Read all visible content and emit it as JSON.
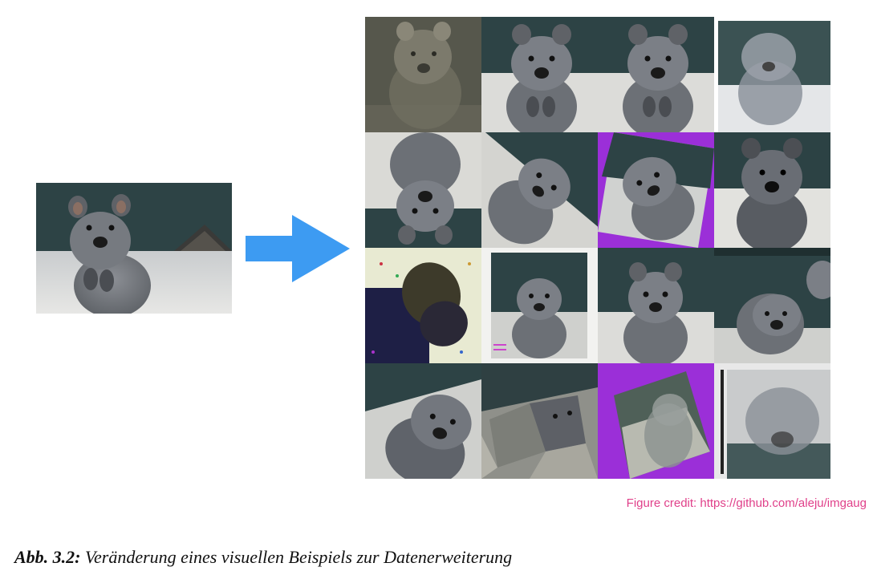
{
  "figure": {
    "original_image": "quokka-photo",
    "augmentations": [
      "emboss",
      "original",
      "original",
      "blur-crop",
      "flipped-vertical",
      "rotated",
      "rotated-purple-fill",
      "sharpened",
      "inverted-noise",
      "scaled-border",
      "crop",
      "shifted-crop",
      "rotated-zoom",
      "superpixels",
      "dropout-purple",
      "blur-rotated"
    ]
  },
  "credit": {
    "text": "Figure credit: https://github.com/aleju/imgaug",
    "color": "#e0408a"
  },
  "caption": {
    "label": "Abb. 3.2:",
    "text": "Veränderung eines visuellen Beispiels zur Datenerweiterung"
  },
  "colors": {
    "arrow": "#3d9bf2",
    "accent_purple": "#9b2fd8"
  }
}
